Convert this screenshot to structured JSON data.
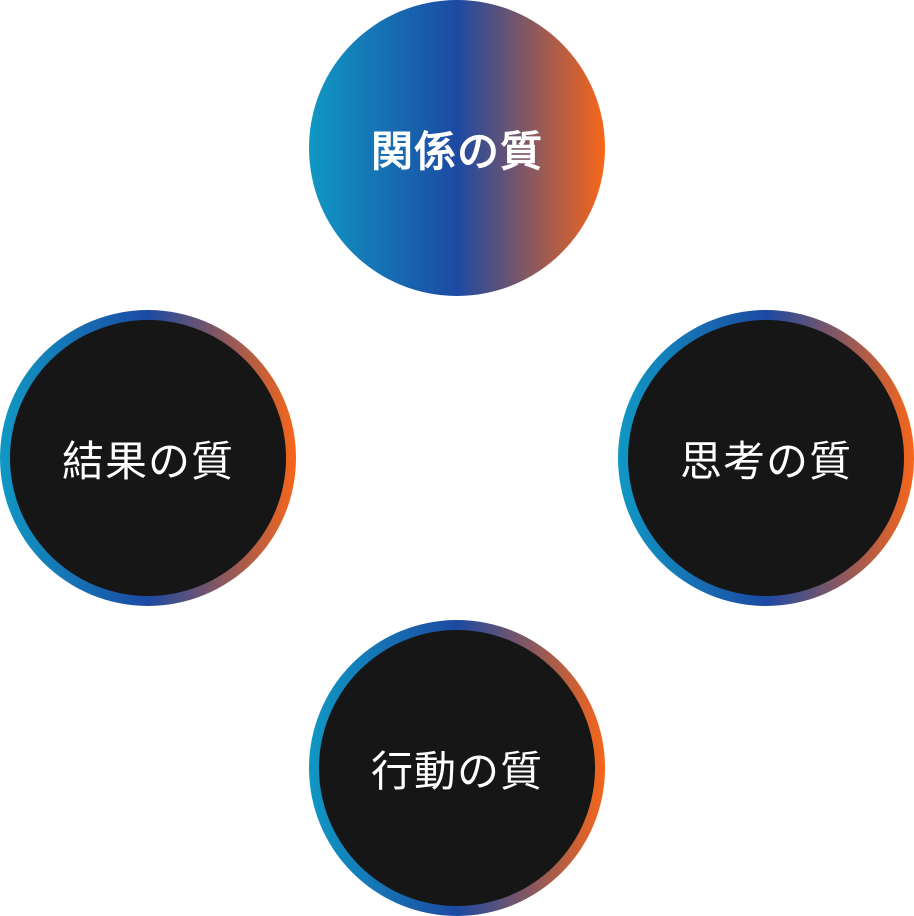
{
  "nodes": {
    "top": {
      "label": "関係の質"
    },
    "left": {
      "label": "結果の質"
    },
    "right": {
      "label": "思考の質"
    },
    "bottom": {
      "label": "行動の質"
    }
  },
  "colors": {
    "gradient_start": "#1098c4",
    "gradient_mid": "#1c4aa3",
    "gradient_end": "#f7661a",
    "circle_fill": "#161616",
    "text": "#ffffff"
  }
}
